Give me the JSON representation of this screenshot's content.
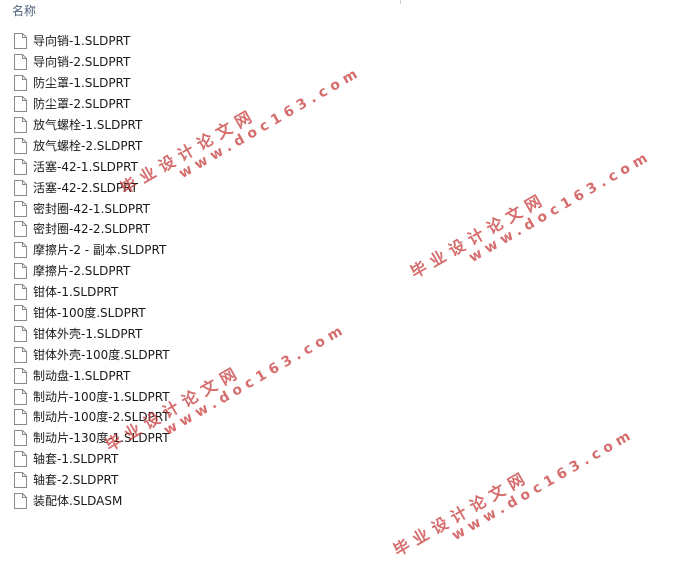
{
  "header": {
    "column_name": "名称"
  },
  "files": [
    {
      "name": "导向销-1.SLDPRT"
    },
    {
      "name": "导向销-2.SLDPRT"
    },
    {
      "name": "防尘罩-1.SLDPRT"
    },
    {
      "name": "防尘罩-2.SLDPRT"
    },
    {
      "name": "放气螺栓-1.SLDPRT"
    },
    {
      "name": "放气螺栓-2.SLDPRT"
    },
    {
      "name": "活塞-42-1.SLDPRT"
    },
    {
      "name": "活塞-42-2.SLDPRT"
    },
    {
      "name": "密封圈-42-1.SLDPRT"
    },
    {
      "name": "密封圈-42-2.SLDPRT"
    },
    {
      "name": "摩擦片-2 - 副本.SLDPRT"
    },
    {
      "name": "摩擦片-2.SLDPRT"
    },
    {
      "name": "钳体-1.SLDPRT"
    },
    {
      "name": "钳体-100度.SLDPRT"
    },
    {
      "name": "钳体外壳-1.SLDPRT"
    },
    {
      "name": "钳体外壳-100度.SLDPRT"
    },
    {
      "name": "制动盘-1.SLDPRT"
    },
    {
      "name": "制动片-100度-1.SLDPRT"
    },
    {
      "name": "制动片-100度-2.SLDPRT"
    },
    {
      "name": "制动片-130度-1.SLDPRT"
    },
    {
      "name": "轴套-1.SLDPRT"
    },
    {
      "name": "轴套-2.SLDPRT"
    },
    {
      "name": "装配体.SLDASM"
    }
  ],
  "watermark": {
    "text_cn": "毕业设计论文网",
    "text_url": "www.doc163.com",
    "color": "#c83c3c"
  },
  "icons": {
    "file": "document-icon"
  }
}
